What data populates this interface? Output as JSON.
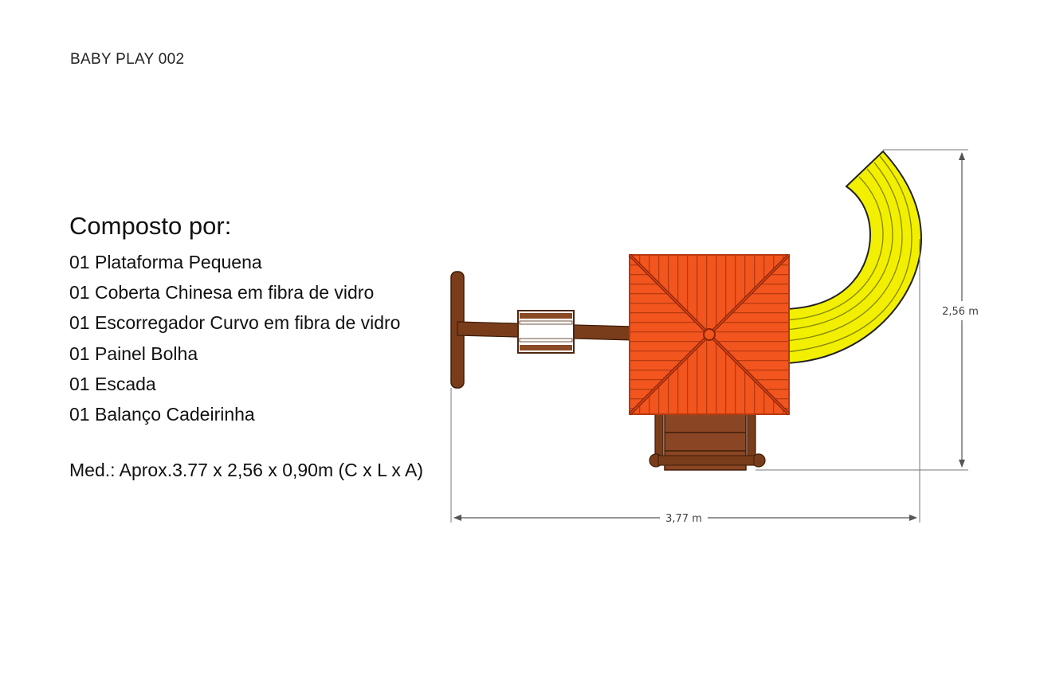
{
  "header": {
    "product_code": "BABY PLAY 002"
  },
  "composition": {
    "title": "Composto por:",
    "items": [
      "01 Plataforma Pequena",
      "01 Coberta Chinesa em fibra de vidro",
      "01 Escorregador Curvo em fibra de vidro",
      "01 Painel Bolha",
      "01 Escada",
      "01 Balanço Cadeirinha"
    ]
  },
  "measures": {
    "text": "Med.: Aprox.3.77 x 2,56 x 0,90m (C x L x A)"
  },
  "drawing": {
    "width_label": "3,77 m",
    "depth_label": "2,56 m",
    "colors": {
      "roof": "#f2551e",
      "roof_lines": "#b83a10",
      "slide": "#f2f000",
      "wood": "#7a3d1c",
      "wood_dark": "#4e2610",
      "dimension_line": "#555555"
    }
  }
}
